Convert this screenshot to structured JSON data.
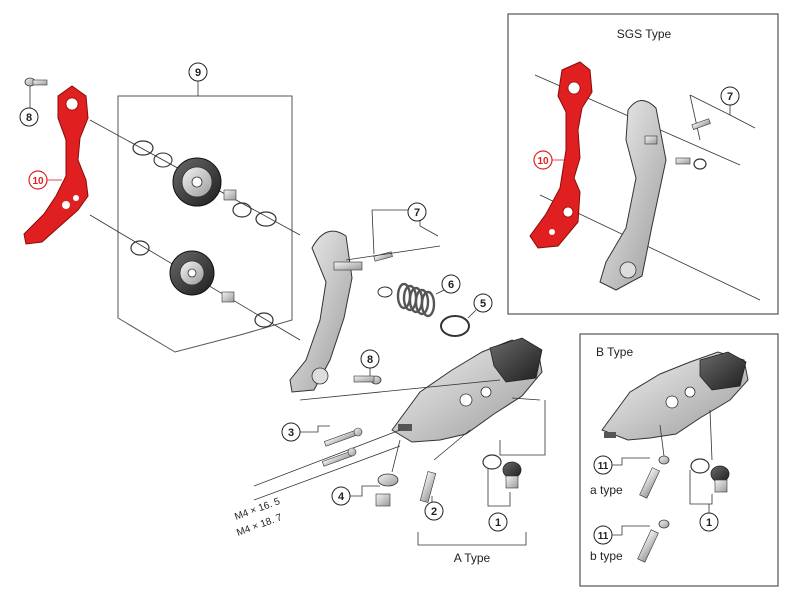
{
  "panels": {
    "sgs": {
      "title": "SGS Type"
    },
    "b_type": {
      "title": "B Type"
    },
    "a_type": {
      "label": "A Type"
    }
  },
  "callouts": {
    "c1_main": "1",
    "c2": "2",
    "c3": "3",
    "c4": "4",
    "c5": "5",
    "c6": "6",
    "c7_main": "7",
    "c8_top": "8",
    "c8_mid": "8",
    "c9": "9",
    "c10_main": "10",
    "c7_sgs": "7",
    "c10_sgs": "10",
    "c11_a": "11",
    "c11_b": "11",
    "c1_b": "1"
  },
  "labels": {
    "bolt_a": "M4 × 16. 5",
    "bolt_b": "M4 × 18. 7",
    "a_type_small": "a  type",
    "b_type_small": "b  type"
  },
  "colors": {
    "highlight": "#e02020",
    "line": "#222222",
    "panel_border": "#555555"
  }
}
